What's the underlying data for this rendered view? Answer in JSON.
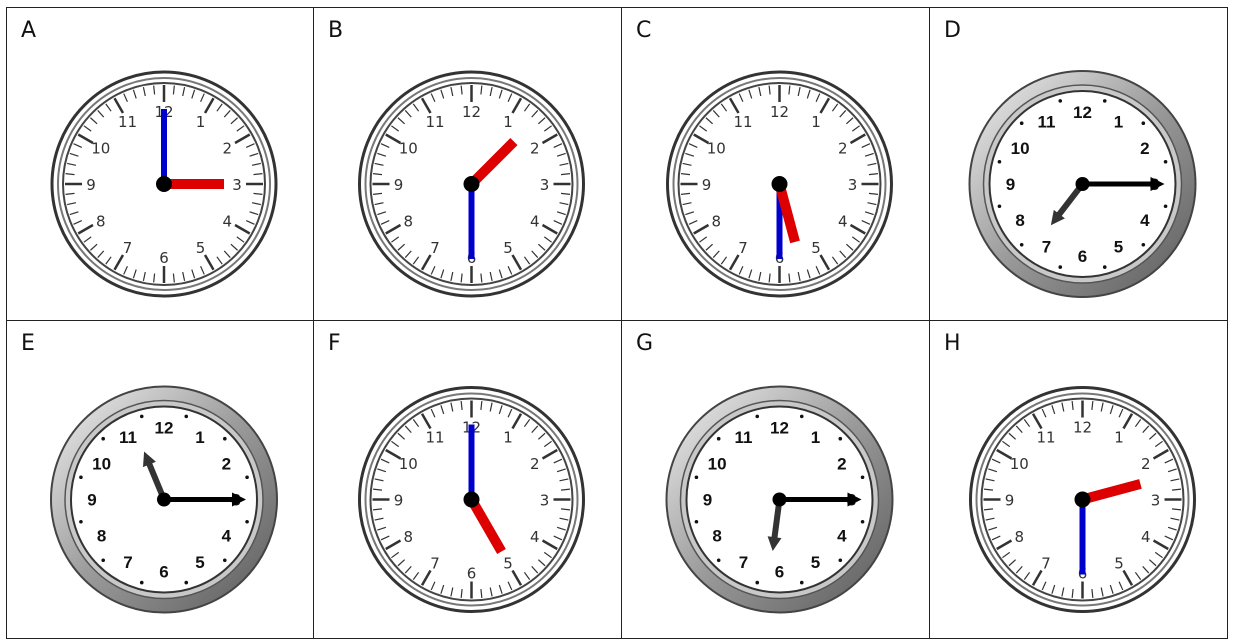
{
  "cells": [
    {
      "letter": "A",
      "style": "classic",
      "hour": 3,
      "minute": 0
    },
    {
      "letter": "B",
      "style": "classic",
      "hour": 1,
      "minute": 30
    },
    {
      "letter": "C",
      "style": "classic",
      "hour": 5,
      "minute": 30
    },
    {
      "letter": "D",
      "style": "modern",
      "hour": 7,
      "minute": 15
    },
    {
      "letter": "E",
      "style": "modern",
      "hour": 11,
      "minute": 15
    },
    {
      "letter": "F",
      "style": "classic",
      "hour": 5,
      "minute": 0
    },
    {
      "letter": "G",
      "style": "modern",
      "hour": 6,
      "minute": 15
    },
    {
      "letter": "H",
      "style": "classic",
      "hour": 2,
      "minute": 30
    }
  ],
  "dial_numbers": [
    "12",
    "1",
    "2",
    "3",
    "4",
    "5",
    "6",
    "7",
    "8",
    "9",
    "10",
    "11"
  ],
  "colors": {
    "classic_minute_hand": "#0000cc",
    "classic_hour_hand": "#dd0000",
    "modern_hands": "#333333",
    "rim": "#9a9a9a"
  }
}
